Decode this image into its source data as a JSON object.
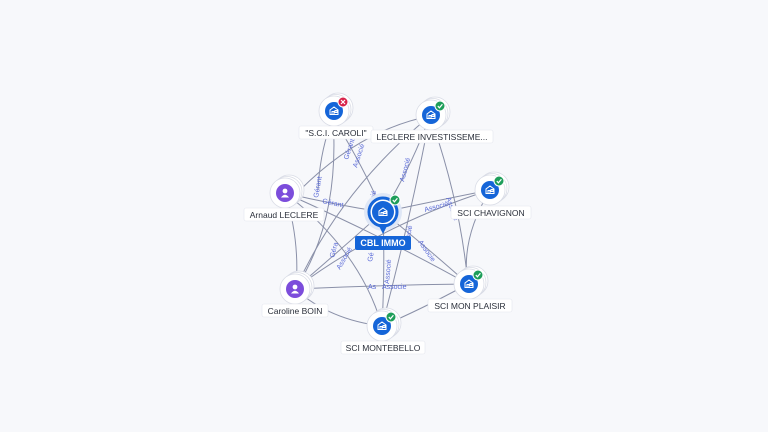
{
  "center": {
    "label": "CBL IMMO",
    "status": "active",
    "icon": "building-icon"
  },
  "nodes": [
    {
      "id": "caroli",
      "label": "\"S.C.I. CAROLI\"",
      "type": "company",
      "status": "closed",
      "icon": "building-icon"
    },
    {
      "id": "leclere_inv",
      "label": "LECLERE INVESTISSEME...",
      "type": "company",
      "status": "active",
      "icon": "building-icon"
    },
    {
      "id": "arnaud",
      "label": "Arnaud LECLERE",
      "type": "person",
      "icon": "person-icon"
    },
    {
      "id": "chavignon",
      "label": "SCI CHAVIGNON",
      "type": "company",
      "status": "active",
      "icon": "building-icon"
    },
    {
      "id": "caroline",
      "label": "Caroline BOIN",
      "type": "person",
      "icon": "person-icon"
    },
    {
      "id": "monplaisir",
      "label": "SCI MON PLAISIR",
      "type": "company",
      "status": "active",
      "icon": "building-icon"
    },
    {
      "id": "montebello",
      "label": "SCI MONTEBELLO",
      "type": "company",
      "status": "active",
      "icon": "building-icon"
    }
  ],
  "edge_labels": {
    "gerant": "Gérant",
    "associe": "Associé",
    "gerant_short": "Géra",
    "associe_trunc": "Associe",
    "assoc_frag": "As",
    "ge_frag": "Gé"
  },
  "colors": {
    "company": "#1565d8",
    "person": "#7c4ddb",
    "active": "#1e9e5a",
    "closed": "#d8244b",
    "edge": "#8a90a8",
    "edge_label": "#5b6bd8"
  }
}
